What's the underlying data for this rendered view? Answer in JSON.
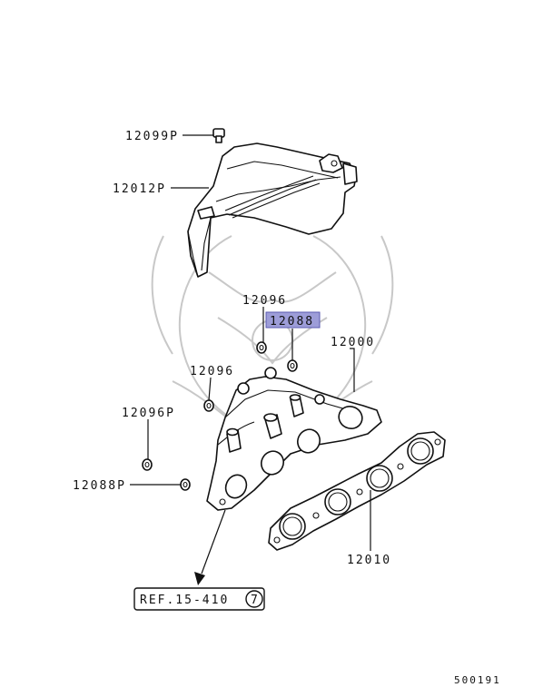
{
  "diagram": {
    "part_labels": {
      "p12099P": "12099P",
      "p12012P": "12012P",
      "p12096_top": "12096",
      "p12088_highlight": "12088",
      "p12000": "12000",
      "p12096_mid": "12096",
      "p12096P": "12096P",
      "p12088P": "12088P",
      "p12010": "12010"
    },
    "reference": {
      "text": "REF.15-410",
      "circled_number": "7"
    },
    "figure_id": "500191",
    "colors": {
      "highlight_fill": "#9d9dd8",
      "highlight_border": "#5a5ab0",
      "line": "#111111",
      "watermark": "#c8c8c8"
    }
  }
}
